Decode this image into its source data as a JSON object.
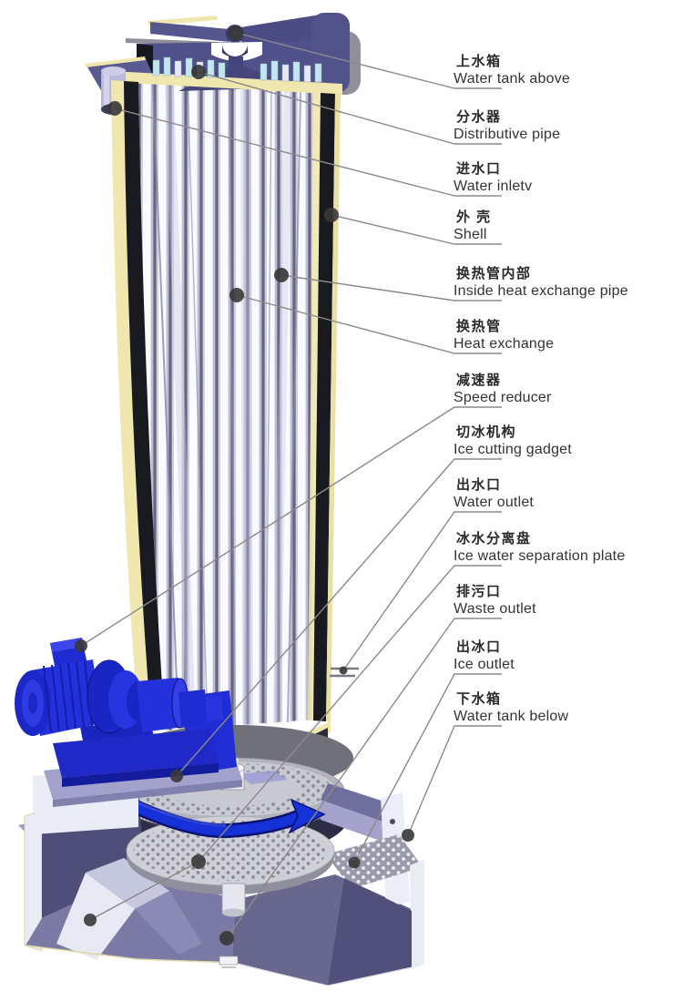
{
  "diagram": {
    "labels": [
      {
        "zh": "上水箱",
        "en": "Water tank above"
      },
      {
        "zh": "分水器",
        "en": "Distributive pipe"
      },
      {
        "zh": "进水口",
        "en": "Water inletv"
      },
      {
        "zh": "外 壳",
        "en": "Shell"
      },
      {
        "zh": "换热管内部",
        "en": "Inside heat exchange pipe"
      },
      {
        "zh": "换热管",
        "en": "Heat exchange"
      },
      {
        "zh": "减速器",
        "en": "Speed reducer"
      },
      {
        "zh": "切冰机构",
        "en": "Ice cutting gadget"
      },
      {
        "zh": "出水口",
        "en": "Water outlet"
      },
      {
        "zh": "冰水分离盘",
        "en": "Ice water separation plate"
      },
      {
        "zh": "排污口",
        "en": "Waste outlet"
      },
      {
        "zh": "出冰口",
        "en": "Ice outlet"
      },
      {
        "zh": "下水箱",
        "en": "Water tank below"
      }
    ],
    "colors": {
      "tank_purple": "#50508a",
      "insulation_cream": "#efe7ae",
      "shell_black": "#191920",
      "tube_white": "#fbfbff",
      "motor_blue": "#2330dc",
      "arrow_blue": "#1731d8",
      "base_lavender": "#7a7aa4",
      "leader_gray": "#8a8a8a"
    }
  }
}
